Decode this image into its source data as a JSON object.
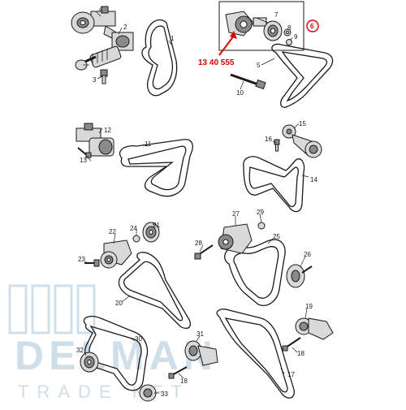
{
  "colors": {
    "line": "#1a1a1a",
    "part_fill": "#d9d9d9",
    "part_dark": "#8a8a8a",
    "highlight": "#e00000",
    "watermark": "#a9c4d8"
  },
  "callouts": {
    "n1": "1",
    "n2": "2",
    "n3": "3",
    "n4": "4",
    "n5": "5",
    "n6": "6",
    "n7": "7",
    "n8": "8",
    "n9": "9",
    "n10": "10",
    "n11": "11",
    "n12": "12",
    "n13": "13",
    "n14": "14",
    "n15": "15",
    "n16": "16",
    "n17": "17",
    "n18a": "18",
    "n18b": "18",
    "n19": "19",
    "n20": "20",
    "n21": "21",
    "n22": "22",
    "n23": "23",
    "n24": "24",
    "n25": "25",
    "n26": "26",
    "n27": "27",
    "n28": "28",
    "n29": "29",
    "n30": "30",
    "n31": "31",
    "n32": "32",
    "n33": "33"
  },
  "part_number": "13 40 555",
  "watermark": {
    "brand": "DELMAN",
    "sub": "TRADE KFT"
  }
}
